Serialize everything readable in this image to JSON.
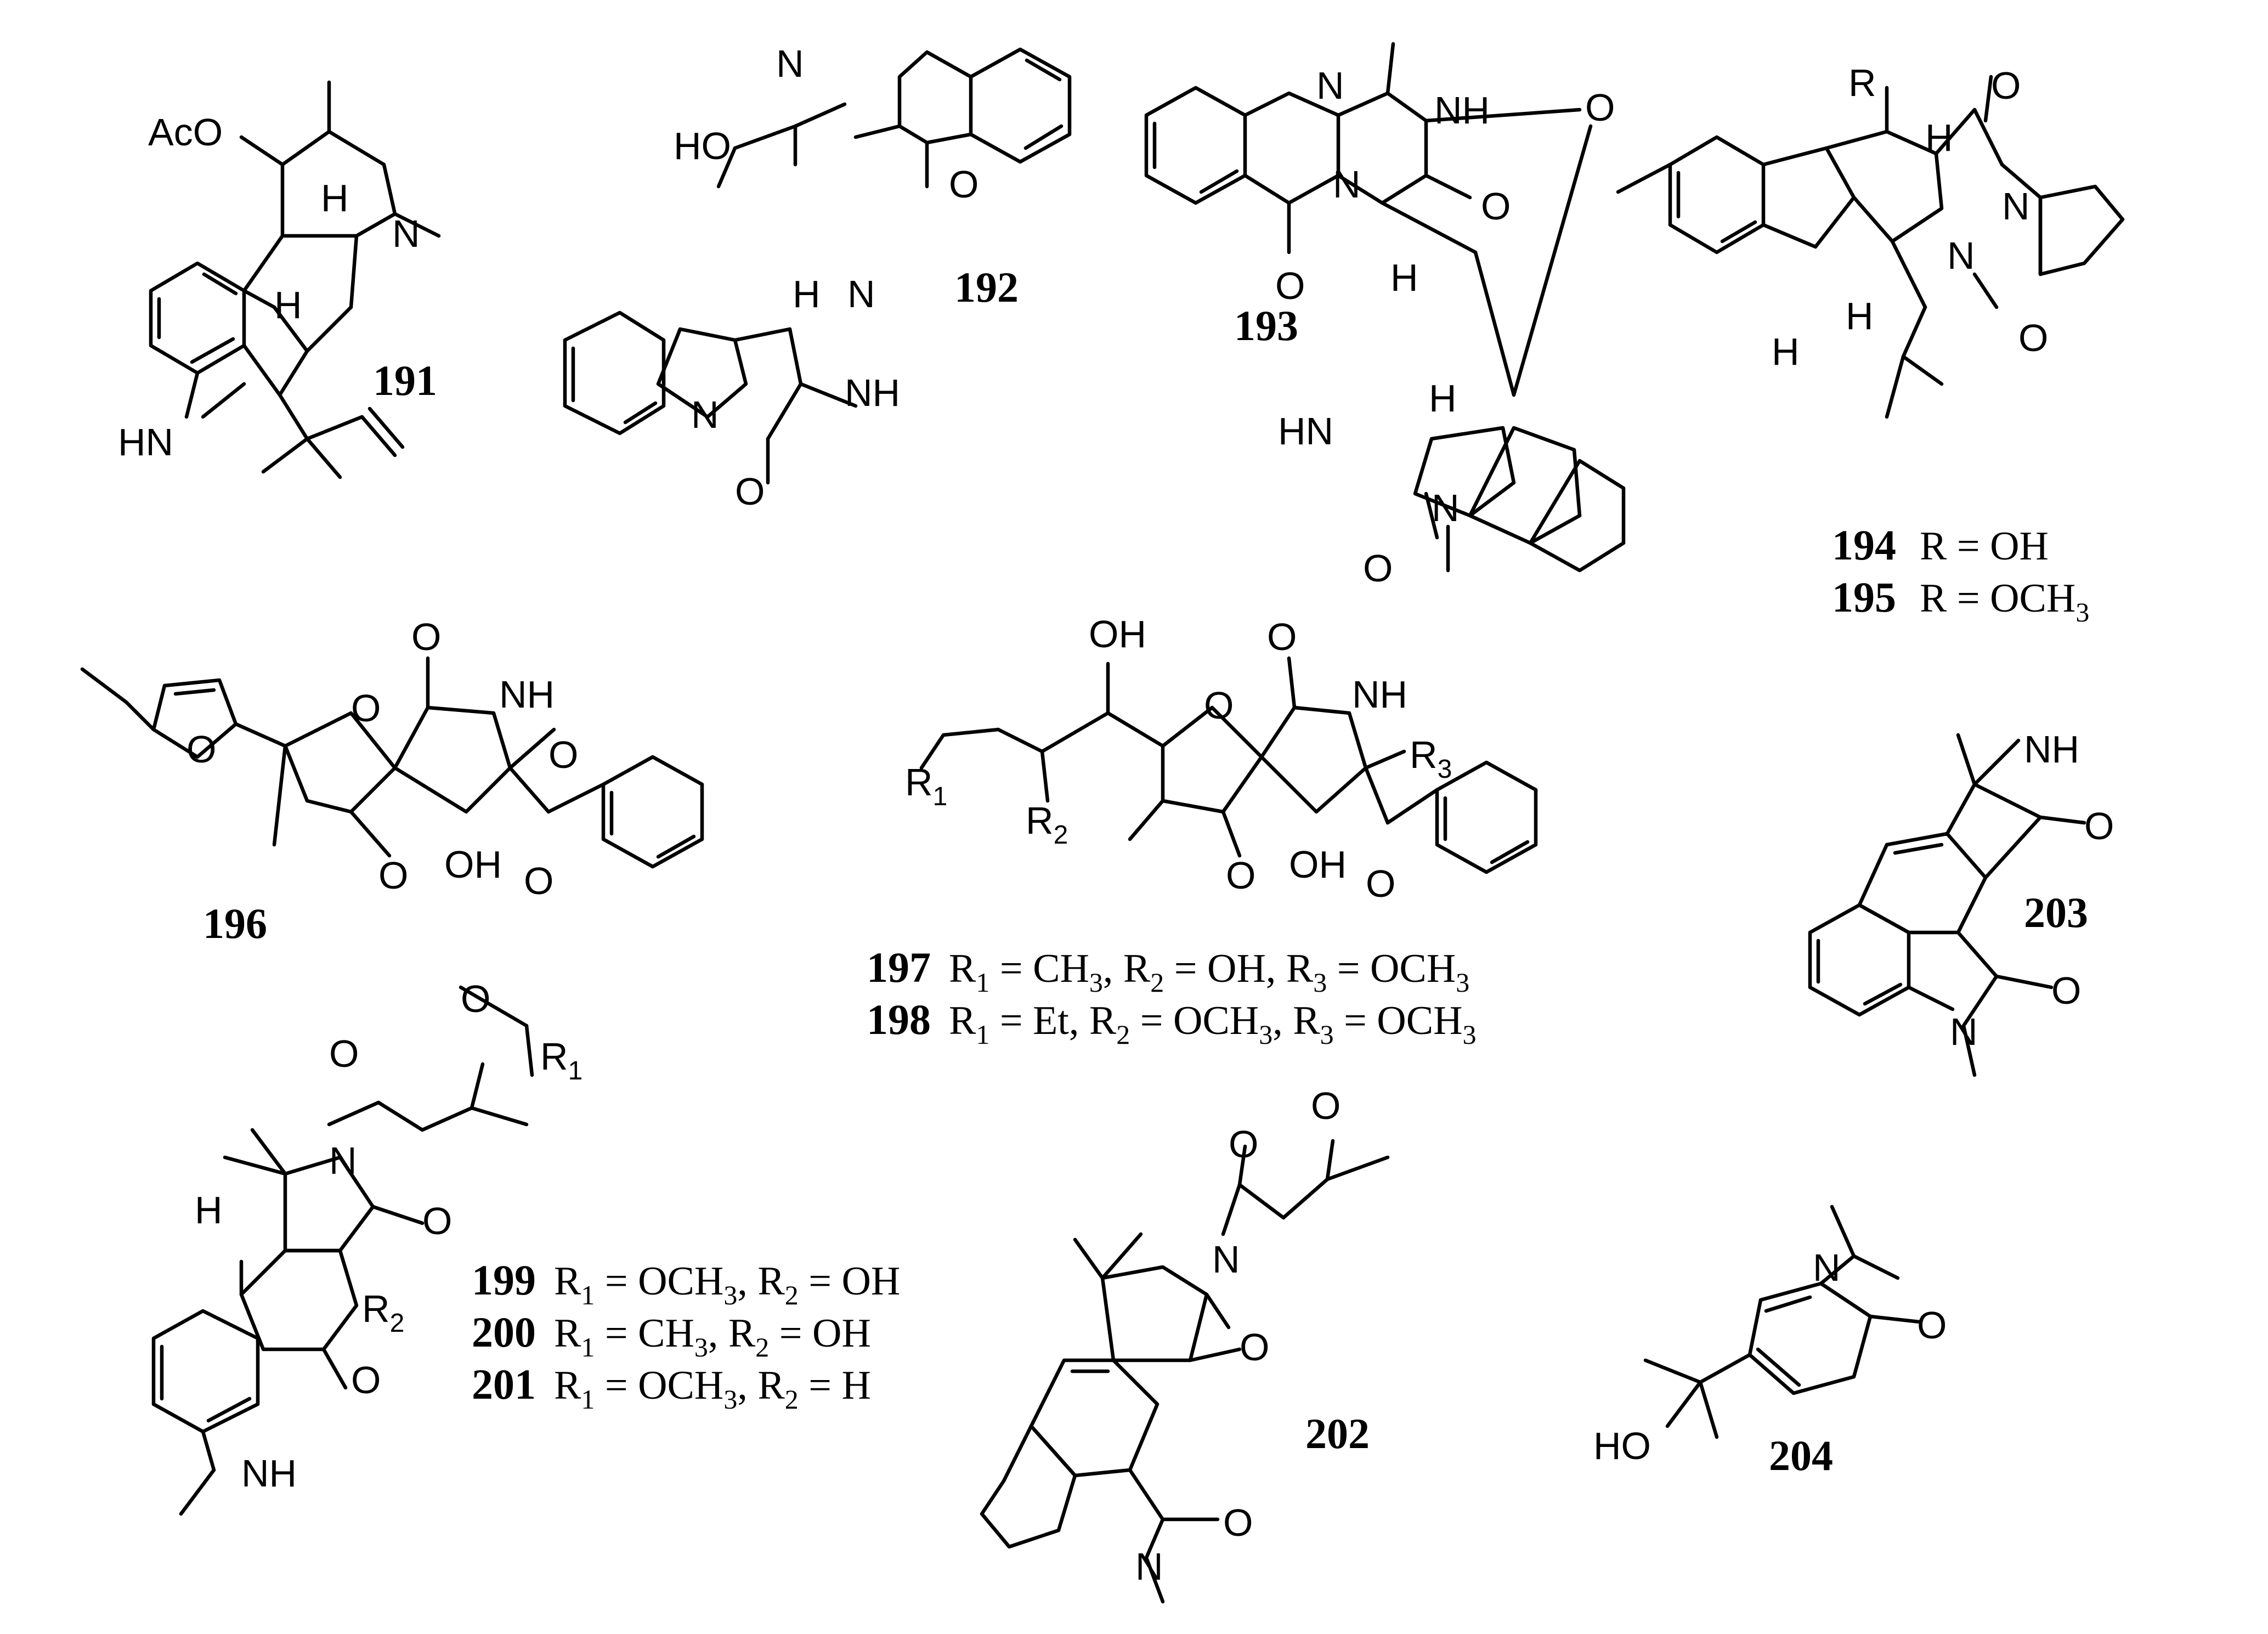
{
  "compounds": [
    {
      "number": "191"
    },
    {
      "number": "192"
    },
    {
      "number": "193"
    },
    {
      "number": "194",
      "caption": "R = OH"
    },
    {
      "number": "195",
      "caption": "R = OCH"
    },
    {
      "number": "196"
    },
    {
      "number": "197",
      "caption": "R1 = CH3, R2 = OH, R3 = OCH3"
    },
    {
      "number": "198",
      "caption": "R1 = Et, R2 = OCH3, R3 = OCH3"
    },
    {
      "number": "199",
      "caption": "R1 = OCH3, R2 = OH"
    },
    {
      "number": "200",
      "caption": "R1 = CH3, R2 = OH"
    },
    {
      "number": "201",
      "caption": "R1 = OCH3, R2 = H"
    },
    {
      "number": "202"
    },
    {
      "number": "203"
    },
    {
      "number": "204"
    }
  ],
  "atom_labels": {
    "AcO": "AcO",
    "OH": "OH",
    "HO": "HO",
    "O": "O",
    "N": "N",
    "H": "H",
    "NH": "NH",
    "HN": "HN",
    "R": "R",
    "R1": "R",
    "R2": "R",
    "R3": "R",
    "sub1": "1",
    "sub2": "2",
    "sub3": "3"
  },
  "caption_parts": {
    "r_eq": "R = ",
    "r1": "R",
    "r2": "R",
    "r3": "R",
    "s1": "1",
    "s2": "2",
    "s3": "3",
    "eq": " = ",
    "sep": ", ",
    "CH": "CH",
    "OH": "OH",
    "OCH": "OCH",
    "H": "H",
    "Et": "Et"
  }
}
